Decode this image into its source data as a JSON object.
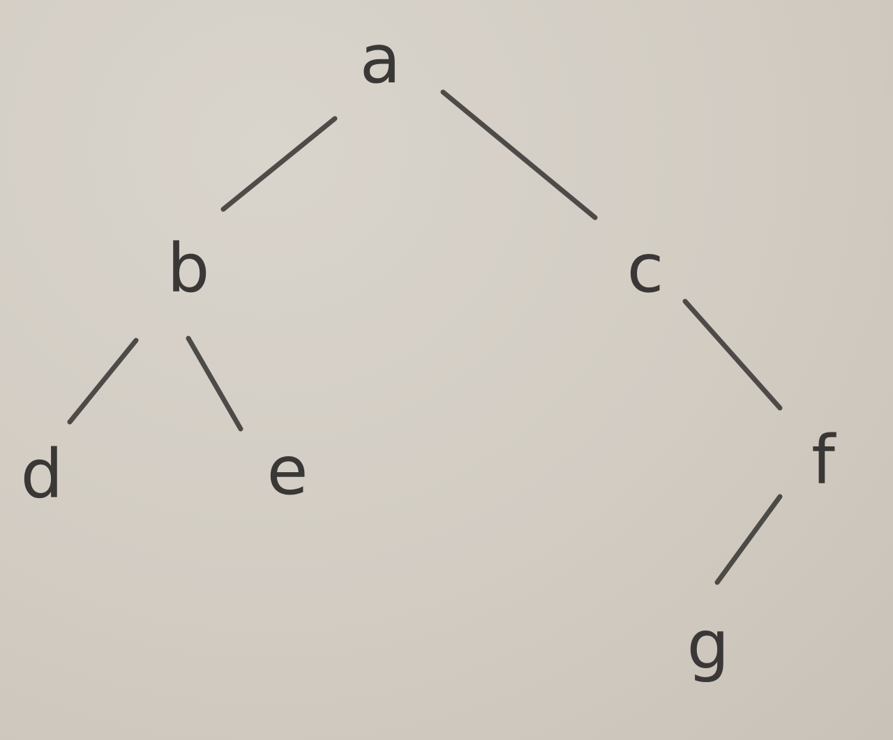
{
  "tree": {
    "nodes": [
      {
        "id": "a",
        "label": "a"
      },
      {
        "id": "b",
        "label": "b"
      },
      {
        "id": "c",
        "label": "c"
      },
      {
        "id": "d",
        "label": "d"
      },
      {
        "id": "e",
        "label": "e"
      },
      {
        "id": "f",
        "label": "f"
      },
      {
        "id": "g",
        "label": "g"
      }
    ],
    "edges": [
      {
        "from": "a",
        "to": "b"
      },
      {
        "from": "a",
        "to": "c"
      },
      {
        "from": "b",
        "to": "d"
      },
      {
        "from": "b",
        "to": "e"
      },
      {
        "from": "c",
        "to": "f"
      },
      {
        "from": "f",
        "to": "g"
      }
    ]
  },
  "colors": {
    "paper": "#d3cdc4",
    "ink": "#3a3836"
  }
}
